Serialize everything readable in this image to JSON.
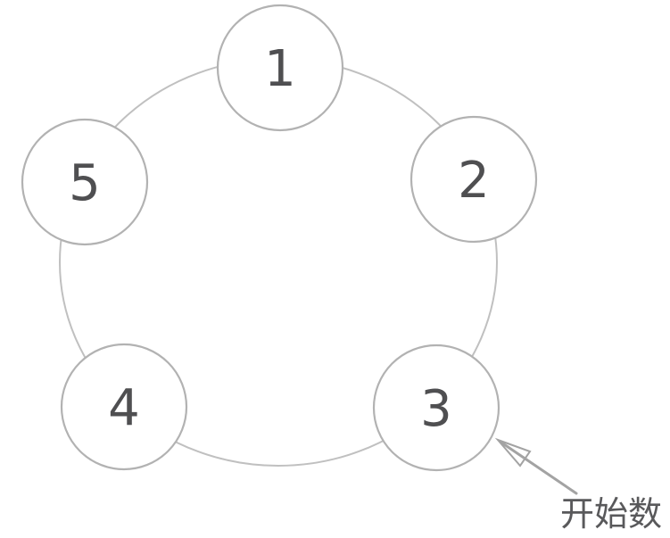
{
  "diagram": {
    "nodes": [
      {
        "label": "1"
      },
      {
        "label": "2"
      },
      {
        "label": "3"
      },
      {
        "label": "4"
      },
      {
        "label": "5"
      }
    ],
    "annotation": {
      "label": "开始数"
    }
  },
  "icons": {
    "arrow": "open-triangle-arrow-icon"
  },
  "colors": {
    "background": "#ffffff",
    "ring_stroke": "#c0c0c0",
    "node_stroke": "#b2b2b2",
    "node_fill": "#ffffff",
    "number_text": "#4f4f51",
    "arrow": "#a3a3a3",
    "annotation_text": "#59595b"
  }
}
